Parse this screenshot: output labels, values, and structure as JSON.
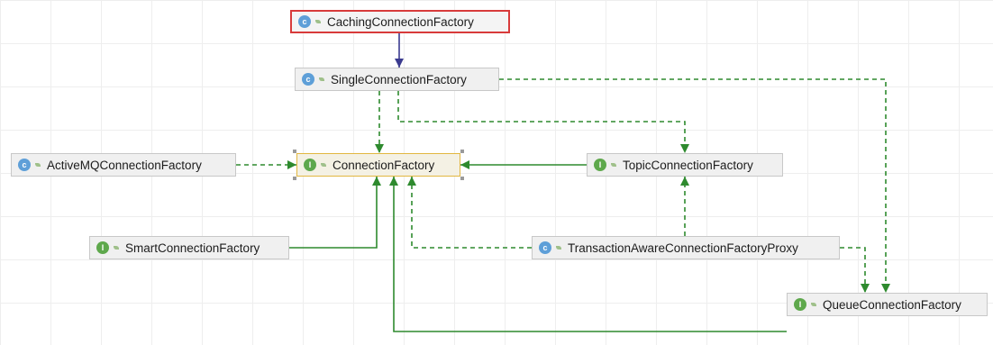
{
  "diagram": {
    "colors": {
      "implements_edge": "#2e8a2e",
      "extends_edge": "#2e8a2e",
      "direct_edge": "#3b3b8f",
      "highlight_border": "#d83b3b",
      "selected_border": "#e2b740",
      "class_icon": "#5e9fd8",
      "interface_icon": "#5ea84c"
    },
    "nodes": [
      {
        "id": "caching",
        "label": "CachingConnectionFactory",
        "kind": "class",
        "kind_letter": "c",
        "highlighted": true
      },
      {
        "id": "single",
        "label": "SingleConnectionFactory",
        "kind": "class",
        "kind_letter": "c"
      },
      {
        "id": "activemq",
        "label": "ActiveMQConnectionFactory",
        "kind": "class",
        "kind_letter": "c"
      },
      {
        "id": "connection",
        "label": "ConnectionFactory",
        "kind": "interface",
        "kind_letter": "I",
        "selected": true
      },
      {
        "id": "topic",
        "label": "TopicConnectionFactory",
        "kind": "interface",
        "kind_letter": "I"
      },
      {
        "id": "smart",
        "label": "SmartConnectionFactory",
        "kind": "interface",
        "kind_letter": "I"
      },
      {
        "id": "txproxy",
        "label": "TransactionAwareConnectionFactoryProxy",
        "kind": "class",
        "kind_letter": "c"
      },
      {
        "id": "queue",
        "label": "QueueConnectionFactory",
        "kind": "interface",
        "kind_letter": "I"
      }
    ],
    "edges": [
      {
        "from": "caching",
        "to": "single",
        "style": "solid",
        "color_key": "direct_edge"
      },
      {
        "from": "single",
        "to": "connection",
        "style": "dashed",
        "color_key": "implements_edge"
      },
      {
        "from": "single",
        "to": "topic",
        "style": "dashed",
        "color_key": "implements_edge"
      },
      {
        "from": "single",
        "to": "queue",
        "style": "dashed",
        "color_key": "implements_edge"
      },
      {
        "from": "activemq",
        "to": "connection",
        "style": "dashed",
        "color_key": "implements_edge"
      },
      {
        "from": "topic",
        "to": "connection",
        "style": "solid",
        "color_key": "extends_edge"
      },
      {
        "from": "smart",
        "to": "connection",
        "style": "solid",
        "color_key": "extends_edge"
      },
      {
        "from": "txproxy",
        "to": "connection",
        "style": "dashed",
        "color_key": "implements_edge"
      },
      {
        "from": "txproxy",
        "to": "topic",
        "style": "dashed",
        "color_key": "implements_edge"
      },
      {
        "from": "txproxy",
        "to": "queue",
        "style": "dashed",
        "color_key": "implements_edge"
      },
      {
        "from": "queue",
        "to": "connection",
        "style": "solid",
        "color_key": "extends_edge"
      }
    ]
  }
}
